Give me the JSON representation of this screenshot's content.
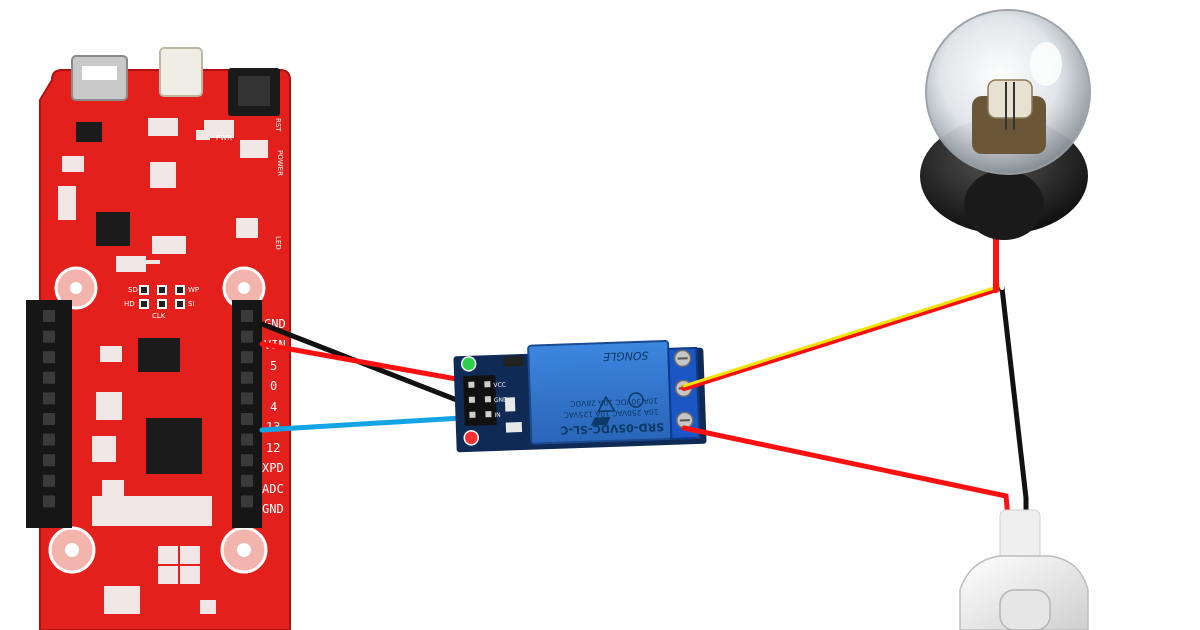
{
  "board": {
    "pin_labels": [
      "GND",
      "VIN",
      "5",
      "0",
      "4",
      "13",
      "12",
      "XPD",
      "ADC",
      "GND"
    ],
    "silk_spi": [
      "SD",
      "WP",
      "HD",
      "SI",
      "CLK"
    ],
    "silk_top": [
      "PWR",
      "RST",
      "POWER",
      "LED"
    ],
    "color": "#e3201b"
  },
  "relay": {
    "model": "SRD-05VDC-SL-C",
    "rating_lines": [
      "10A 250VAC  10A 125VAC",
      "10A 30VDC  10A 28VDC"
    ],
    "brand": "SONGLE",
    "header_pins": [
      "VCC",
      "GND",
      "IN"
    ],
    "color": "#1d4fa6"
  },
  "wires": {
    "colors": {
      "gnd": "#111111",
      "vin": "#ff1010",
      "signal": "#13a4e6",
      "live": "#f5e400",
      "neutral": "#ff1010"
    }
  },
  "icons": [
    "usb-port-icon",
    "bulb-icon",
    "switch-icon"
  ]
}
